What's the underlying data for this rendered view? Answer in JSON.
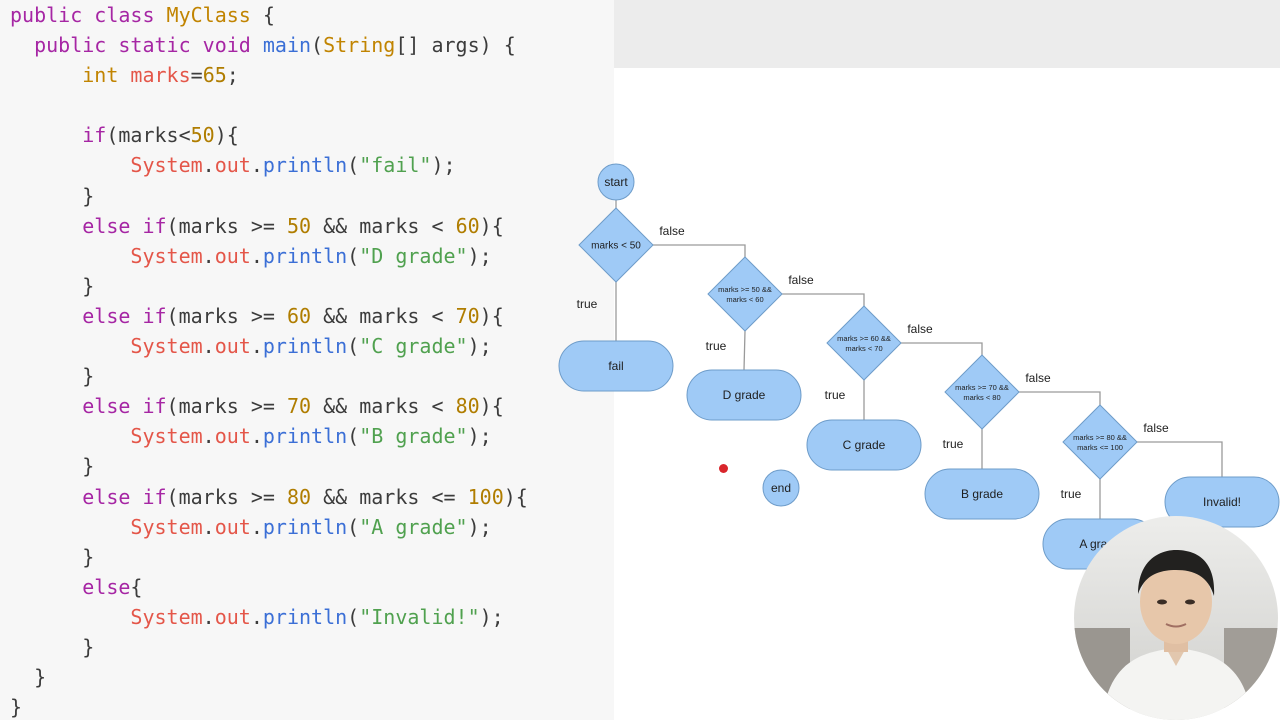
{
  "code": {
    "lines": [
      [
        {
          "t": "public class ",
          "c": "kw"
        },
        {
          "t": "MyClass",
          "c": "cls"
        },
        {
          "t": " {",
          "c": ""
        }
      ],
      [
        {
          "t": "  public static ",
          "c": "kw"
        },
        {
          "t": "void ",
          "c": "kw"
        },
        {
          "t": "main",
          "c": "fn"
        },
        {
          "t": "(",
          "c": ""
        },
        {
          "t": "String",
          "c": "cls"
        },
        {
          "t": "[] args) {",
          "c": ""
        }
      ],
      [
        {
          "t": "      int ",
          "c": "cls"
        },
        {
          "t": "marks",
          "c": "sys"
        },
        {
          "t": "=",
          "c": ""
        },
        {
          "t": "65",
          "c": "num"
        },
        {
          "t": ";",
          "c": ""
        }
      ],
      [],
      [
        {
          "t": "      if",
          "c": "kw"
        },
        {
          "t": "(marks<",
          "c": ""
        },
        {
          "t": "50",
          "c": "num"
        },
        {
          "t": "){",
          "c": ""
        }
      ],
      [
        {
          "t": "          System",
          "c": "sys"
        },
        {
          "t": ".",
          "c": ""
        },
        {
          "t": "out",
          "c": "sys"
        },
        {
          "t": ".",
          "c": ""
        },
        {
          "t": "println",
          "c": "fn"
        },
        {
          "t": "(",
          "c": ""
        },
        {
          "t": "\"fail\"",
          "c": "str"
        },
        {
          "t": ");",
          "c": ""
        }
      ],
      [
        {
          "t": "      }",
          "c": ""
        }
      ],
      [
        {
          "t": "      else if",
          "c": "kw"
        },
        {
          "t": "(marks >= ",
          "c": ""
        },
        {
          "t": "50",
          "c": "num"
        },
        {
          "t": " && marks < ",
          "c": ""
        },
        {
          "t": "60",
          "c": "num"
        },
        {
          "t": "){",
          "c": ""
        }
      ],
      [
        {
          "t": "          System",
          "c": "sys"
        },
        {
          "t": ".",
          "c": ""
        },
        {
          "t": "out",
          "c": "sys"
        },
        {
          "t": ".",
          "c": ""
        },
        {
          "t": "println",
          "c": "fn"
        },
        {
          "t": "(",
          "c": ""
        },
        {
          "t": "\"D grade\"",
          "c": "str"
        },
        {
          "t": ");",
          "c": ""
        }
      ],
      [
        {
          "t": "      }",
          "c": ""
        }
      ],
      [
        {
          "t": "      else if",
          "c": "kw"
        },
        {
          "t": "(marks >= ",
          "c": ""
        },
        {
          "t": "60",
          "c": "num"
        },
        {
          "t": " && marks < ",
          "c": ""
        },
        {
          "t": "70",
          "c": "num"
        },
        {
          "t": "){",
          "c": ""
        }
      ],
      [
        {
          "t": "          System",
          "c": "sys"
        },
        {
          "t": ".",
          "c": ""
        },
        {
          "t": "out",
          "c": "sys"
        },
        {
          "t": ".",
          "c": ""
        },
        {
          "t": "println",
          "c": "fn"
        },
        {
          "t": "(",
          "c": ""
        },
        {
          "t": "\"C grade\"",
          "c": "str"
        },
        {
          "t": ");",
          "c": ""
        }
      ],
      [
        {
          "t": "      }",
          "c": ""
        }
      ],
      [
        {
          "t": "      else if",
          "c": "kw"
        },
        {
          "t": "(marks >= ",
          "c": ""
        },
        {
          "t": "70",
          "c": "num"
        },
        {
          "t": " && marks < ",
          "c": ""
        },
        {
          "t": "80",
          "c": "num"
        },
        {
          "t": "){",
          "c": ""
        }
      ],
      [
        {
          "t": "          System",
          "c": "sys"
        },
        {
          "t": ".",
          "c": ""
        },
        {
          "t": "out",
          "c": "sys"
        },
        {
          "t": ".",
          "c": ""
        },
        {
          "t": "println",
          "c": "fn"
        },
        {
          "t": "(",
          "c": ""
        },
        {
          "t": "\"B grade\"",
          "c": "str"
        },
        {
          "t": ");",
          "c": ""
        }
      ],
      [
        {
          "t": "      }",
          "c": ""
        }
      ],
      [
        {
          "t": "      else if",
          "c": "kw"
        },
        {
          "t": "(marks >= ",
          "c": ""
        },
        {
          "t": "80",
          "c": "num"
        },
        {
          "t": " && marks <= ",
          "c": ""
        },
        {
          "t": "100",
          "c": "num"
        },
        {
          "t": "){",
          "c": ""
        }
      ],
      [
        {
          "t": "          System",
          "c": "sys"
        },
        {
          "t": ".",
          "c": ""
        },
        {
          "t": "out",
          "c": "sys"
        },
        {
          "t": ".",
          "c": ""
        },
        {
          "t": "println",
          "c": "fn"
        },
        {
          "t": "(",
          "c": ""
        },
        {
          "t": "\"A grade\"",
          "c": "str"
        },
        {
          "t": ");",
          "c": ""
        }
      ],
      [
        {
          "t": "      }",
          "c": ""
        }
      ],
      [
        {
          "t": "      else",
          "c": "kw"
        },
        {
          "t": "{",
          "c": ""
        }
      ],
      [
        {
          "t": "          System",
          "c": "sys"
        },
        {
          "t": ".",
          "c": ""
        },
        {
          "t": "out",
          "c": "sys"
        },
        {
          "t": ".",
          "c": ""
        },
        {
          "t": "println",
          "c": "fn"
        },
        {
          "t": "(",
          "c": ""
        },
        {
          "t": "\"Invalid!\"",
          "c": "str"
        },
        {
          "t": ");",
          "c": ""
        }
      ],
      [
        {
          "t": "      }",
          "c": ""
        }
      ],
      [
        {
          "t": "  }",
          "c": ""
        }
      ],
      [
        {
          "t": "}",
          "c": ""
        }
      ]
    ]
  },
  "flowchart": {
    "start": "start",
    "end": "end",
    "true_label": "true",
    "false_label": "false",
    "decisions": [
      {
        "id": "d1",
        "lines": [
          "marks < 50"
        ]
      },
      {
        "id": "d2",
        "lines": [
          "marks >= 50 &&",
          "marks < 60"
        ]
      },
      {
        "id": "d3",
        "lines": [
          "marks >= 60 &&",
          "marks < 70"
        ]
      },
      {
        "id": "d4",
        "lines": [
          "marks >= 70 &&",
          "marks < 80"
        ]
      },
      {
        "id": "d5",
        "lines": [
          "marks >= 80 &&",
          "marks <= 100"
        ]
      }
    ],
    "outputs": [
      {
        "id": "o1",
        "label": "fail"
      },
      {
        "id": "o2",
        "label": "D grade"
      },
      {
        "id": "o3",
        "label": "C grade"
      },
      {
        "id": "o4",
        "label": "B grade"
      },
      {
        "id": "o5",
        "label": "A grade"
      },
      {
        "id": "o6",
        "label": "Invalid!"
      }
    ]
  },
  "colors": {
    "node_fill": "#9fcaf6",
    "node_stroke": "#6e9cc9",
    "line": "#9a9a9a",
    "cursor": "#d9262c"
  }
}
